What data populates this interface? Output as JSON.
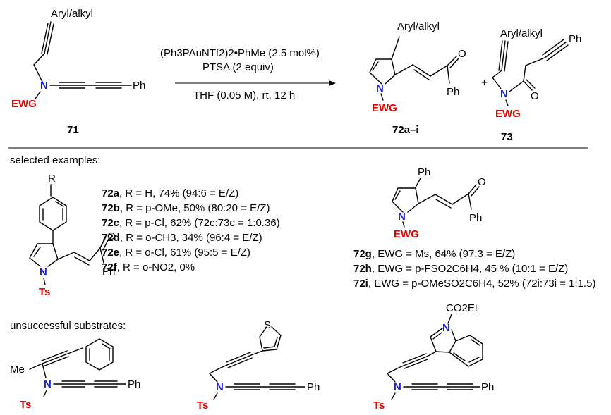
{
  "reaction": {
    "sm_substituent": "Aryl/alkyl",
    "sm_ewg": "EWG",
    "sm_n": "N",
    "sm_ph": "Ph",
    "sm_label": "71",
    "cond_line1": "(Ph3PAuNTf2)2•PhMe (2.5 mol%)",
    "cond_line2": "PTSA (2 equiv)",
    "cond_line3": "THF (0.05 M), rt, 12 h",
    "p1_substituent": "Aryl/alkyl",
    "p1_o": "O",
    "p1_ph": "Ph",
    "p1_n": "N",
    "p1_ewg": "EWG",
    "p1_label": "72a–i",
    "plus": "+",
    "p2_substituent": "Aryl/alkyl",
    "p2_ph": "Ph",
    "p2_o": "O",
    "p2_n": "N",
    "p2_ewg": "EWG",
    "p2_label": "73"
  },
  "selected": {
    "heading": "selected examples:",
    "left": {
      "r_label": "R",
      "n": "N",
      "ts": "Ts",
      "o": "O",
      "ph": "Ph",
      "rows": [
        {
          "id": "72a",
          "text": ", R = H, 74% (94:6 = E/Z)"
        },
        {
          "id": "72b",
          "text": ", R = p-OMe, 50% (80:20 = E/Z)"
        },
        {
          "id": "72c",
          "text": ", R = p-Cl, 62% (72c:73c = 1:0.36)"
        },
        {
          "id": "72d",
          "text": ", R = o-CH3, 34% (96:4 = E/Z)"
        },
        {
          "id": "72e",
          "text": ", R = o-Cl, 61% (95:5 = E/Z)"
        },
        {
          "id": "72f",
          "text": ", R = o-NO2, 0%"
        }
      ]
    },
    "right": {
      "ph_top": "Ph",
      "o": "O",
      "ph": "Ph",
      "n": "N",
      "ewg": "EWG",
      "rows": [
        {
          "id": "72g",
          "text": ", EWG = Ms, 64% (97:3 = E/Z)"
        },
        {
          "id": "72h",
          "text": ", EWG = p-FSO2C6H4, 45 % (10:1 = E/Z)"
        },
        {
          "id": "72i",
          "text": ", EWG = p-OMeSO2C6H4, 52% (72i:73i = 1:1.5)"
        }
      ]
    }
  },
  "unsuccessful": {
    "heading": "unsuccessful substrates:",
    "s1": {
      "me": "Me",
      "n": "N",
      "ts": "Ts",
      "ph": "Ph"
    },
    "s2": {
      "s": "S",
      "n": "N",
      "ts": "Ts",
      "ph": "Ph"
    },
    "s3": {
      "co2et": "CO2Et",
      "indole_n": "N",
      "n": "N",
      "ts": "Ts",
      "ph": "Ph"
    }
  }
}
